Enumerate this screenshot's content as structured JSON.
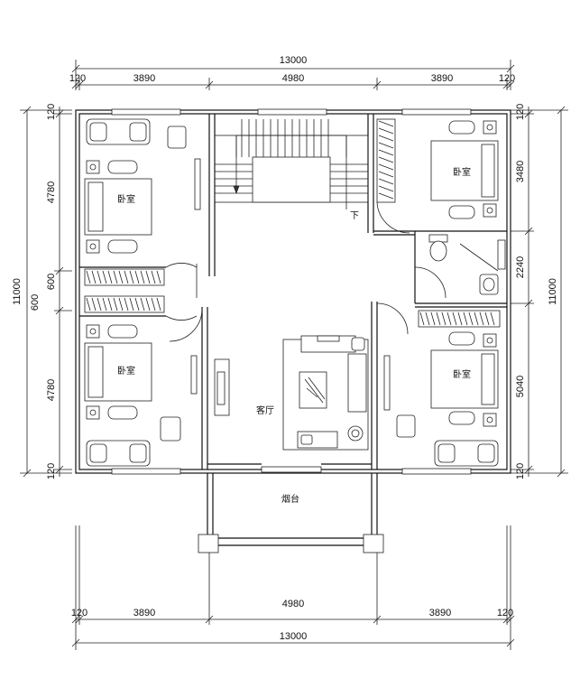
{
  "dimensions": {
    "total": "13000",
    "wall": "120",
    "left_span": "3890",
    "mid_span": "4980",
    "right_span": "3890",
    "total_height": "11000",
    "left_upper": "4780",
    "left_mid": "600",
    "left_lower": "4780",
    "right_upper": "3480",
    "right_mid": "2240",
    "right_lower": "5040"
  },
  "rooms": {
    "bedroom": "卧室",
    "living": "客厅",
    "balcony": "烟台",
    "stair_down": "下"
  }
}
